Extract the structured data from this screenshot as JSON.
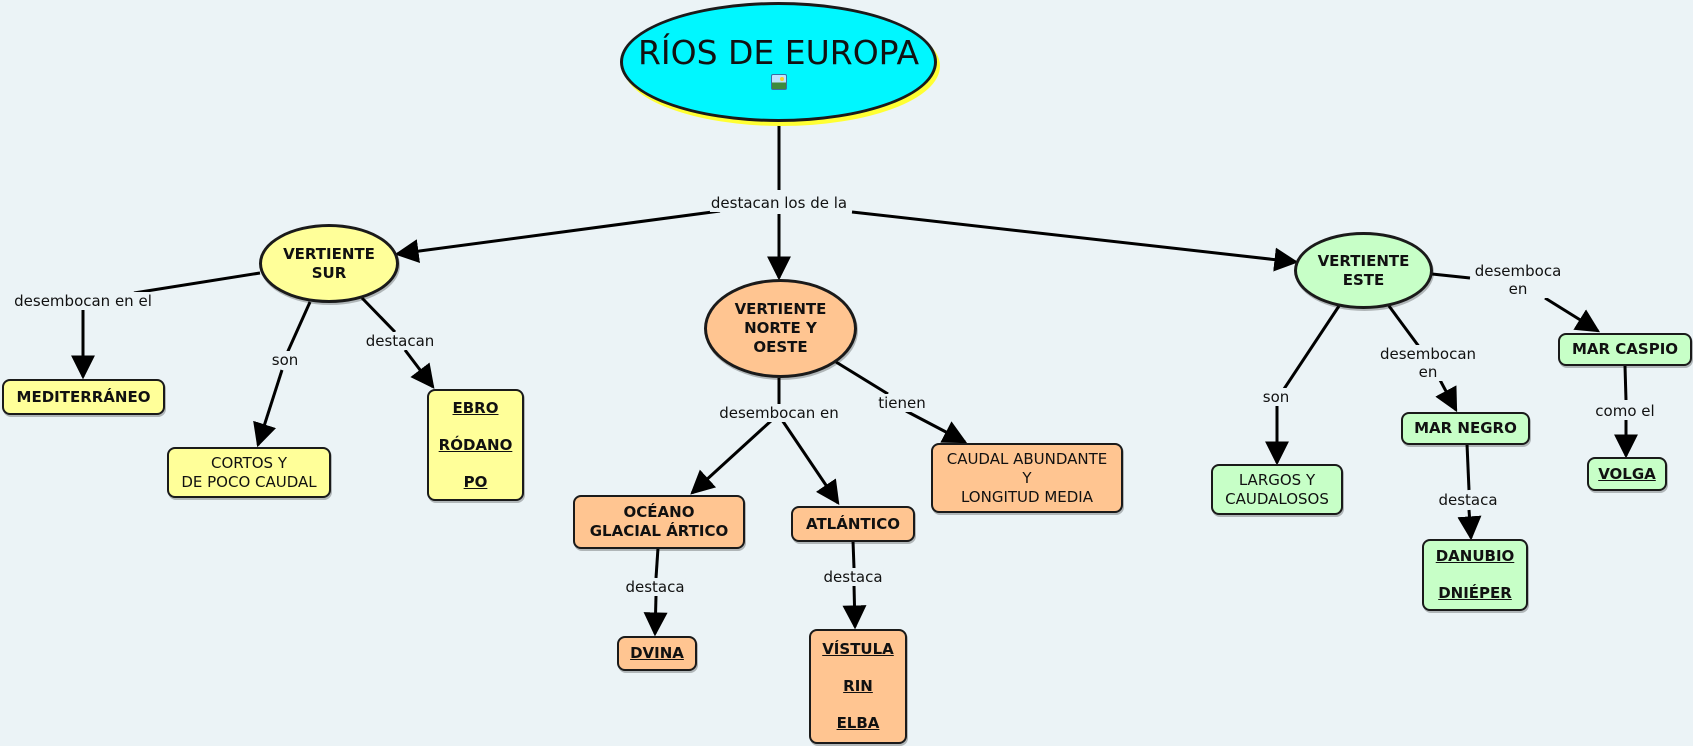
{
  "title": "RÍOS DE EUROPA",
  "title_icon": "image-attachment-icon",
  "colors": {
    "background": "#ebf3f6",
    "title": "#00f7ff",
    "sur": "#ffff99",
    "norte_oeste": "#ffc591",
    "este": "#c7ffc7"
  },
  "links": {
    "main": "destacan los de la",
    "sur_desemb": "desembocan en el",
    "sur_son": "son",
    "sur_destacan": "destacan",
    "norte_desemb": "desembocan en",
    "norte_tienen": "tienen",
    "artico_destaca": "destaca",
    "atlantico_destaca": "destaca",
    "este_son": "son",
    "este_desembocan": "desembocan\nen",
    "este_desemboca": "desemboca\nen",
    "negro_destaca": "destaca",
    "caspio_como": "como el"
  },
  "nodes": {
    "sur": "VERTIENTE\nSUR",
    "norte": "VERTIENTE\nNORTE Y\nOESTE",
    "este": "VERTIENTE\nESTE",
    "mediterraneo": "MEDITERRÁNEO",
    "cortos": "CORTOS Y\nDE POCO CAUDAL",
    "sur_rios": [
      "EBRO",
      "RÓDANO",
      "PO"
    ],
    "artico": "OCÉANO\nGLACIAL ÁRTICO",
    "atlantico": "ATLÁNTICO",
    "caudal": "CAUDAL ABUNDANTE\nY\nLONGITUD MEDIA",
    "artico_rios": [
      "DVINA"
    ],
    "atlantico_rios": [
      "VÍSTULA",
      "RIN",
      "ELBA"
    ],
    "largos": "LARGOS Y\nCAUDALOSOS",
    "mar_negro": "MAR NEGRO",
    "mar_caspio": "MAR CASPIO",
    "negro_rios": [
      "DANUBIO",
      "DNIÉPER"
    ],
    "caspio_rios": [
      "VOLGA"
    ]
  }
}
